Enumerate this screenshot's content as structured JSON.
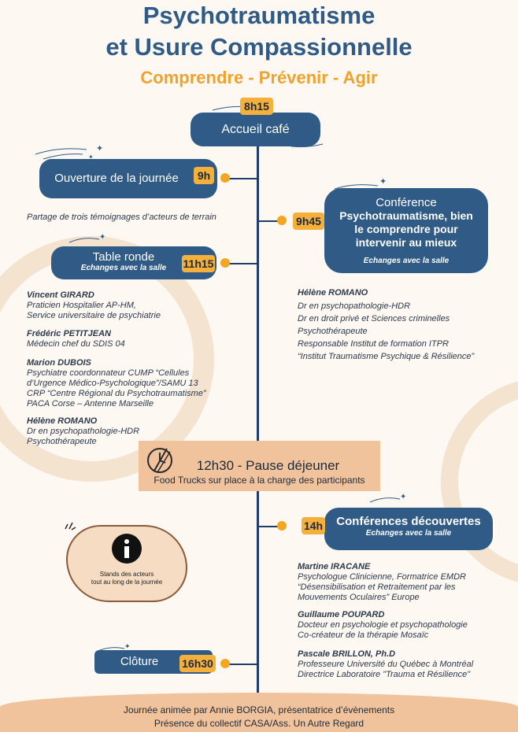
{
  "header": {
    "title_line1": "Psychotraumatisme",
    "title_line2": "et Usure Compassionnelle",
    "subtitle": "Comprendre - Prévenir - Agir"
  },
  "events": {
    "accueil": {
      "time": "8h15",
      "label": "Accueil café"
    },
    "ouverture": {
      "time": "9h",
      "label": "Ouverture de la journée",
      "description": "Partage de trois témoignages d’acteurs de terrain"
    },
    "conference": {
      "time": "9h45",
      "line1": "Conférence",
      "line2": "Psychotraumatisme, bien",
      "line3": "le comprendre pour",
      "line4": "intervenir au mieux",
      "note": "Echanges avec la salle"
    },
    "table_ronde": {
      "time": "11h15",
      "label": "Table ronde",
      "note": "Echanges avec la salle"
    },
    "pause": {
      "label": "12h30 - Pause déjeuner",
      "note": "Food Trucks sur place à la charge des participants"
    },
    "decouvertes": {
      "time": "14h",
      "label": "Conférences découvertes",
      "note": "Echanges avec la salle"
    },
    "cloture": {
      "time": "16h30",
      "label": "Clôture"
    }
  },
  "conference_speaker": {
    "name": "Hélène ROMANO",
    "lines": [
      "Dr en psychopathologie-HDR",
      "Dr en droit privé et Sciences criminelles",
      "Psychothérapeute",
      "Responsable Institut de formation ITPR",
      "“Institut Traumatisme Psychique & Résilience”"
    ]
  },
  "table_ronde_speakers": [
    {
      "name": "Vincent GIRARD",
      "lines": [
        "Praticien Hospitalier AP-HM,",
        "Service universitaire de psychiatrie"
      ]
    },
    {
      "name": "Frédéric PETITJEAN",
      "lines": [
        "Médecin chef du SDIS 04"
      ]
    },
    {
      "name": "Marion DUBOIS",
      "lines": [
        "Psychiatre coordonnateur CUMP “Cellules",
        "d’Urgence Médico-Psychologique”/SAMU 13",
        "CRP “Centre Régional du Psychotraumatisme”",
        "PACA Corse – Antenne Marseille"
      ]
    },
    {
      "name": "Hélène ROMANO",
      "lines": [
        "Dr en psychopathologie-HDR",
        "Psychothérapeute"
      ]
    }
  ],
  "decouvertes_speakers": [
    {
      "name": "Martine IRACANE",
      "lines": [
        "Psychologue Clinicienne, Formatrice EMDR",
        "“Désensibilisation et Retraitement par les",
        "Mouvements Oculaires” Europe"
      ]
    },
    {
      "name": "Guillaume POUPARD",
      "lines": [
        "Docteur en psychologie et psychopathologie",
        "Co-créateur de la thérapie Mosaïc"
      ]
    },
    {
      "name": "Pascale BRILLON, Ph.D",
      "lines": [
        "Professeure Université du Québec à Montréal",
        "Directrice Laboratoire \"Trauma et Résilience\""
      ]
    }
  ],
  "info": {
    "line1": "Stands des acteurs",
    "line2": "tout au long de la journée"
  },
  "footer": {
    "line1": "Journée animée par Annie BORGIA, présentatrice d’évènements",
    "line2": "Présence du collectif CASA/Ass. Un Autre Regard"
  },
  "colors": {
    "primary": "#2f5b86",
    "accent": "#f4a623",
    "line": "#1e3d6b"
  }
}
